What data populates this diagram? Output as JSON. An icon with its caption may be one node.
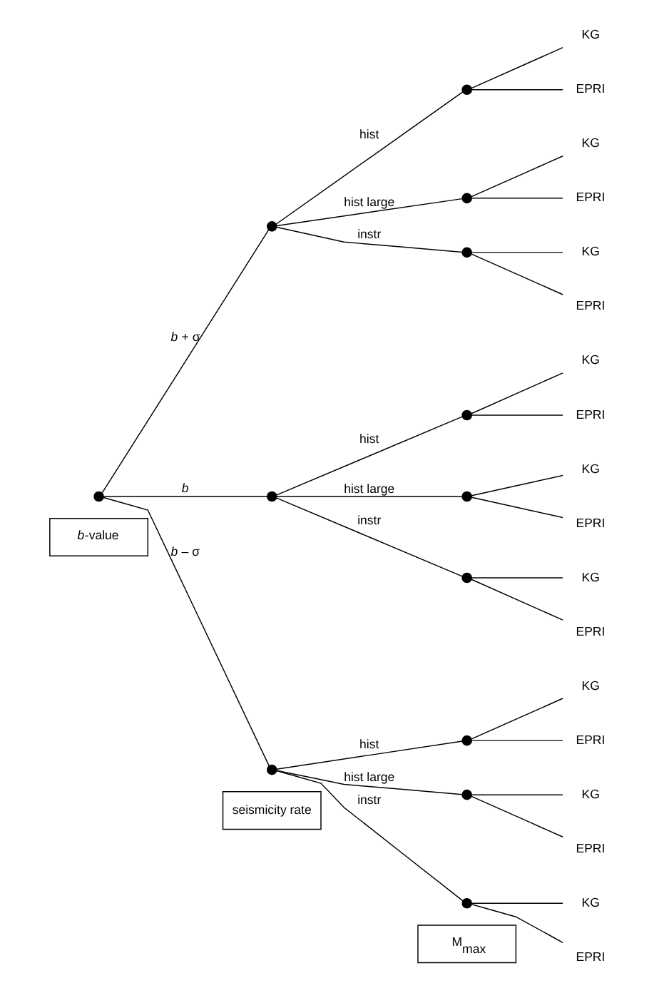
{
  "diagram": {
    "nodes": [
      {
        "text": [],
        "shape": "circle"
      },
      {
        "text": [],
        "shape": "circle"
      },
      {
        "text": [],
        "shape": "circle"
      },
      {
        "text": [
          "KG"
        ]
      },
      {
        "text": [
          "EPRI"
        ]
      },
      {
        "text": [],
        "shape": "circle"
      },
      {
        "text": [
          "KG"
        ]
      },
      {
        "text": [
          "EPRI"
        ]
      },
      {
        "text": [],
        "shape": "circle"
      },
      {
        "text": [
          "KG"
        ]
      },
      {
        "text": [
          "EPRI"
        ]
      },
      {
        "text": [],
        "shape": "circle"
      },
      {
        "text": [],
        "shape": "circle"
      },
      {
        "text": [
          "KG"
        ]
      },
      {
        "text": [
          "EPRI"
        ]
      },
      {
        "text": [],
        "shape": "circle"
      },
      {
        "text": [
          "KG"
        ]
      },
      {
        "text": [
          "EPRI"
        ]
      },
      {
        "text": [],
        "shape": "circle"
      },
      {
        "text": [
          "KG"
        ]
      },
      {
        "text": [
          "EPRI"
        ]
      },
      {
        "text": [],
        "shape": "circle"
      },
      {
        "text": [],
        "shape": "circle"
      },
      {
        "text": [
          "KG"
        ]
      },
      {
        "text": [
          "EPRI"
        ]
      },
      {
        "text": [],
        "shape": "circle"
      },
      {
        "text": [
          "KG"
        ]
      },
      {
        "text": [
          "EPRI"
        ]
      },
      {
        "text": [],
        "shape": "circle"
      },
      {
        "text": [
          "KG"
        ]
      },
      {
        "text": [
          "EPRI"
        ]
      }
    ],
    "edges": [
      {
        "from": 0,
        "to": 1,
        "arrow": "none",
        "label": "*b* + σ"
      },
      {
        "from": 1,
        "to": 2,
        "arrow": "none",
        "label": "hist"
      },
      {
        "from": 2,
        "to": 3,
        "arrow": "none"
      },
      {
        "from": 2,
        "to": 4,
        "arrow": "none"
      },
      {
        "from": 1,
        "to": 5,
        "arrow": "none",
        "label": "hist large"
      },
      {
        "from": 5,
        "to": 6,
        "arrow": "none"
      },
      {
        "from": 5,
        "to": 7,
        "arrow": "none"
      },
      {
        "from": 1,
        "to": 8,
        "arrow": "none",
        "label": "instr"
      },
      {
        "from": 8,
        "to": 9,
        "arrow": "none"
      },
      {
        "from": 8,
        "to": 10,
        "arrow": "none"
      },
      {
        "from": 0,
        "to": 11,
        "arrow": "none",
        "label": "*b*"
      },
      {
        "from": 11,
        "to": 12,
        "arrow": "none",
        "label": "hist"
      },
      {
        "from": 12,
        "to": 13,
        "arrow": "none"
      },
      {
        "from": 12,
        "to": 14,
        "arrow": "none"
      },
      {
        "from": 11,
        "to": 15,
        "arrow": "none",
        "label": "hist large"
      },
      {
        "from": 15,
        "to": 16,
        "arrow": "none"
      },
      {
        "from": 15,
        "to": 17,
        "arrow": "none"
      },
      {
        "from": 11,
        "to": 18,
        "arrow": "none",
        "label": "instr"
      },
      {
        "from": 18,
        "to": 19,
        "arrow": "none"
      },
      {
        "from": 18,
        "to": 20,
        "arrow": "none"
      },
      {
        "from": 0,
        "to": 21,
        "arrow": "none",
        "label": "*b* – σ"
      },
      {
        "from": 21,
        "to": 22,
        "arrow": "none",
        "label": "hist"
      },
      {
        "from": 22,
        "to": 23,
        "arrow": "none"
      },
      {
        "from": 22,
        "to": 24,
        "arrow": "none"
      },
      {
        "from": 21,
        "to": 25,
        "arrow": "none",
        "label": "hist large"
      },
      {
        "from": 25,
        "to": 26,
        "arrow": "none"
      },
      {
        "from": 25,
        "to": 27,
        "arrow": "none"
      },
      {
        "from": 21,
        "to": 28,
        "arrow": "none",
        "label": "instr"
      },
      {
        "from": 28,
        "to": 29,
        "arrow": "none"
      },
      {
        "from": 28,
        "to": 30,
        "arrow": "none"
      }
    ],
    "labels": [
      "*b*-value",
      "seismicity rate",
      "M$_{max}$"
    ]
  }
}
